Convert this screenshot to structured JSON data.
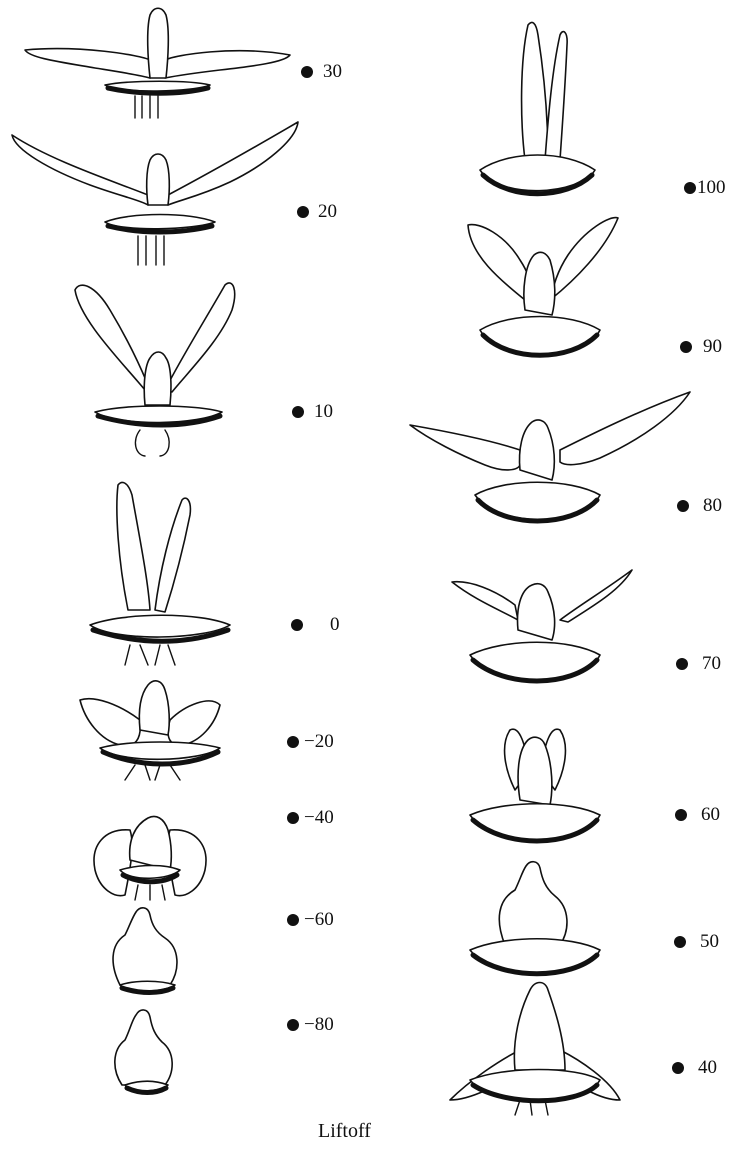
{
  "caption": "Liftoff",
  "left_column": [
    {
      "label": "30",
      "bird": "wings-horizontal"
    },
    {
      "label": "20",
      "bird": "wings-raised"
    },
    {
      "label": "10",
      "bird": "wings-high"
    },
    {
      "label": "0",
      "bird": "wings-vertical"
    },
    {
      "label": "−20",
      "bird": "wings-drooped"
    },
    {
      "label": "−40",
      "bird": "wings-folded-forward"
    },
    {
      "label": "−60",
      "bird": "wings-folded"
    },
    {
      "label": "−80",
      "bird": "wings-folded-tight"
    }
  ],
  "right_column": [
    {
      "label": "100",
      "bird": "wings-vertical-tail-spread"
    },
    {
      "label": "90",
      "bird": "wings-upstroke"
    },
    {
      "label": "80",
      "bird": "wings-spread"
    },
    {
      "label": "70",
      "bird": "wings-raised-short"
    },
    {
      "label": "60",
      "bird": "wings-crossed-up"
    },
    {
      "label": "50",
      "bird": "wings-folded-tail-spread"
    },
    {
      "label": "40",
      "bird": "wings-down-tail-spread"
    }
  ]
}
